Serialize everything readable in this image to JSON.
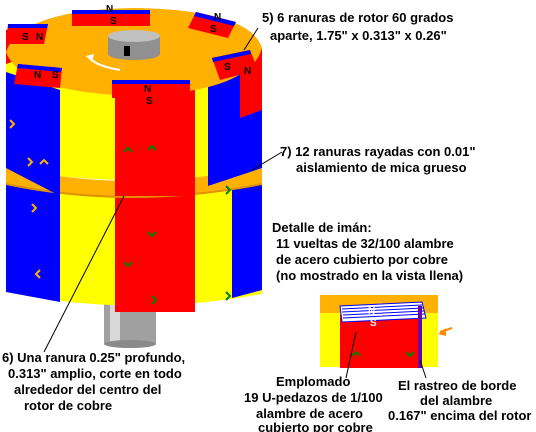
{
  "labels": {
    "slots5_l1": "5)  6 ranuras de rotor 60 grados",
    "slots5_l2": "aparte, 1.75\" x 0.313\" x 0.26\"",
    "slots7_l1": "7)  12 ranuras rayadas con 0.01\"",
    "slots7_l2": "aislamiento de mica grueso",
    "magnet_title": "Detalle de imán:",
    "magnet_l1": "11 vueltas de 32/100 alambre",
    "magnet_l2": "de acero cubierto por cobre",
    "magnet_l3": "(no mostrado en la vista llena)",
    "groove_l1": "6) Una ranura 0.25\" profundo,",
    "groove_l2": "0.313\" amplio, corte en todo",
    "groove_l3": "alrededor del centro del",
    "groove_l4": "rotor de cobre",
    "lead_l1": "Emplomado",
    "lead_l2": "19 U-pedazos de 1/100",
    "lead_l3": "alambre de acero",
    "lead_l4": "cubierto por cobre",
    "edge_l1": "El rastreo de borde",
    "edge_l2": "del alambre",
    "edge_l3": "0.167\" encima del rotor"
  },
  "poles": {
    "north": "N",
    "south": "S"
  },
  "colors": {
    "yellow": "#ffff00",
    "orange": "#ffb000",
    "red": "#ff0000",
    "blue": "#0000ff",
    "green": "#008000",
    "shaft": "#a0a0a0"
  }
}
